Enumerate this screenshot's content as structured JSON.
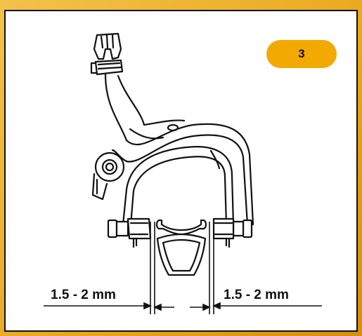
{
  "step": {
    "number": "3"
  },
  "dimensions": {
    "left_label": "1.5 - 2 mm",
    "right_label": "1.5 - 2 mm"
  },
  "colors": {
    "accent": "#f2a900",
    "frame": "#e8a71a",
    "line": "#111111"
  },
  "icons": {
    "illustration": "caliper-brake-icon"
  }
}
